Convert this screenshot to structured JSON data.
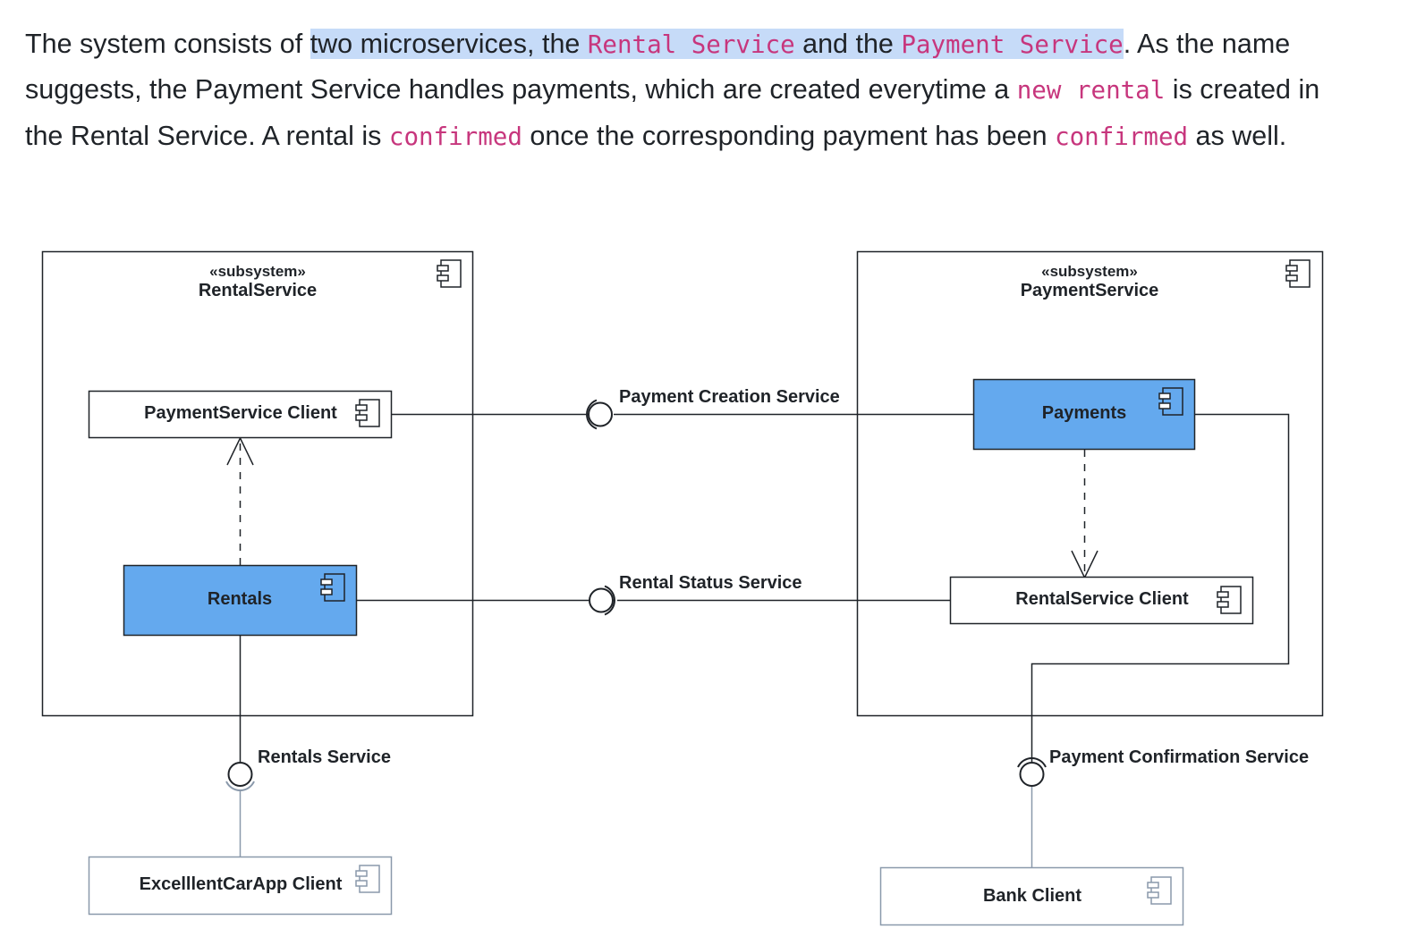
{
  "intro": {
    "p1": "The system consists of ",
    "hl1": "two microservices, the ",
    "code_rental_service": "Rental Service",
    "hl2": " and the ",
    "code_payment_service": "Payment Service",
    "p2": ". As the name suggests, the Payment Service handles payments, which are created everytime a ",
    "code_new_rental": "new rental",
    "p3": " is created in the Rental Service. A rental is ",
    "code_confirmed_1": "confirmed",
    "p4": " once the corresponding payment has been ",
    "code_confirmed_2": "confirmed",
    "p5": " as well."
  },
  "diagram": {
    "subsystems": {
      "rental": {
        "stereotype": "«subsystem»",
        "name": "RentalService"
      },
      "payment": {
        "stereotype": "«subsystem»",
        "name": "PaymentService"
      }
    },
    "components": {
      "payment_service_client": "PaymentService Client",
      "rentals": "Rentals",
      "payments": "Payments",
      "rental_service_client": "RentalService Client",
      "excellent_car_app_client": "ExcelllentCarApp Client",
      "bank_client": "Bank Client"
    },
    "interfaces": {
      "payment_creation": "Payment Creation Service",
      "rental_status": "Rental Status Service",
      "rentals_service": "Rentals Service",
      "payment_confirmation": "Payment Confirmation Service"
    },
    "colors": {
      "highlighted_component": "#64a9ee",
      "stroke": "#1f2328",
      "external_stroke": "#8a99ab",
      "text_highlight": "#c6dbf8",
      "code_text": "#c7367d"
    }
  }
}
